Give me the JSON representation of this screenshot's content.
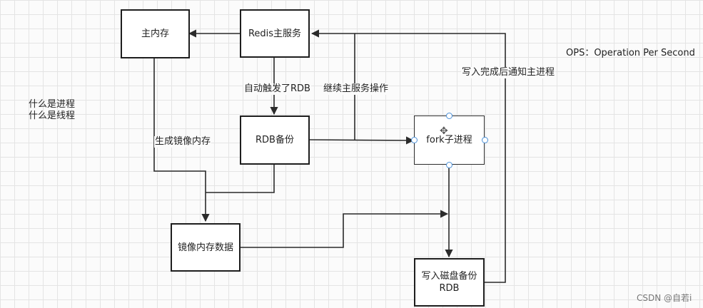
{
  "nodes": {
    "main_memory": "主内存",
    "redis_main": "Redis主服务",
    "rdb_backup": "RDB备份",
    "fork_child": "fork子进程",
    "mirror_data": "镜像内存数据",
    "write_disk_line1": "写入磁盘备份",
    "write_disk_line2": "RDB"
  },
  "edges": {
    "auto_trigger": "自动触发了RDB",
    "continue_service": "继续主服务操作",
    "gen_mirror": "生成镜像内存",
    "notify_main": "写入完成后通知主进程"
  },
  "notes": {
    "ops": "OPS：Operation Per Second",
    "process_q": "什么是进程",
    "thread_q": "什么是线程"
  },
  "icons": {
    "move": "move-cursor-icon"
  },
  "watermark": "CSDN @自若i",
  "colors": {
    "line": "#2b2b2b",
    "handle": "#4a90d9"
  }
}
